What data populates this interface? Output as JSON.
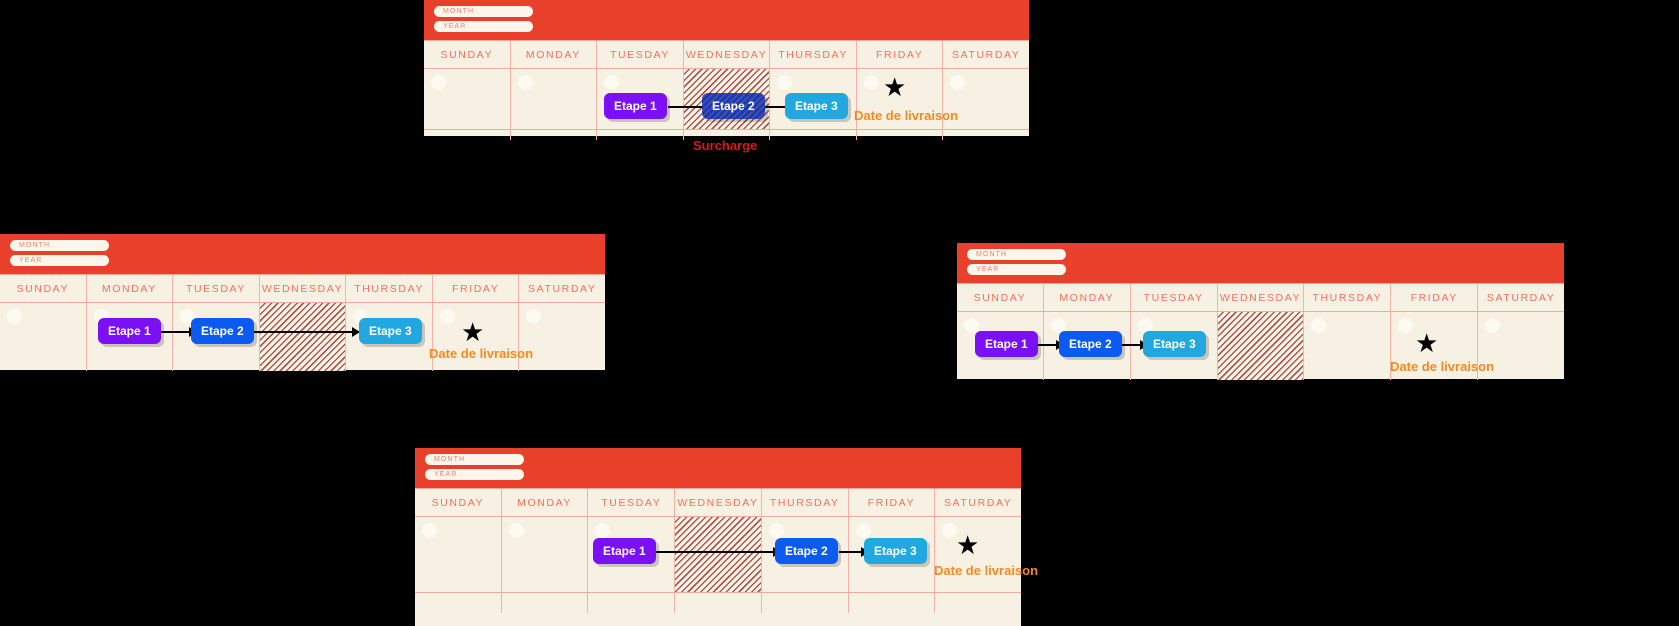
{
  "labels": {
    "month": "MONTH",
    "year": "YEAR",
    "days": [
      "SUNDAY",
      "MONDAY",
      "TUESDAY",
      "WEDNESDAY",
      "THURSDAY",
      "FRIDAY",
      "SATURDAY"
    ],
    "delivery_date": "Date de livraison",
    "surcharge": "Surcharge",
    "star_glyph": "★"
  },
  "colors": {
    "header_red": "#e8402a",
    "paper": "#f7f1e3",
    "grid_line": "#f4b3a6",
    "dow_text": "#f4705e",
    "step1": "#7b0ff5",
    "step2": "#0c5bf0",
    "step3": "#22a8e0",
    "step2_overload": "#0c3fc8",
    "delivery_text": "#f58a1f",
    "surcharge_text": "#d41a16",
    "hatch_stroke": "#b4544a"
  },
  "calendars": [
    {
      "id": "top",
      "steps": [
        {
          "label": "Etape 1",
          "day": "TUESDAY",
          "variant": "step1"
        },
        {
          "label": "Etape 2",
          "day": "WEDNESDAY",
          "variant": "step2-overload"
        },
        {
          "label": "Etape 3",
          "day": "THURSDAY",
          "variant": "step3"
        }
      ],
      "closed_day": "WEDNESDAY",
      "delivery_day": "FRIDAY",
      "delivery_label": "Date de livraison",
      "note": "Surcharge"
    },
    {
      "id": "left",
      "steps": [
        {
          "label": "Etape 1",
          "day": "MONDAY",
          "variant": "step1"
        },
        {
          "label": "Etape 2",
          "day": "TUESDAY",
          "variant": "step2"
        },
        {
          "label": "Etape 3",
          "day": "THURSDAY",
          "variant": "step3"
        }
      ],
      "closed_day": "WEDNESDAY",
      "delivery_day": "FRIDAY",
      "delivery_label": "Date de livraison",
      "note": ""
    },
    {
      "id": "right",
      "steps": [
        {
          "label": "Etape 1",
          "day": "SUNDAY",
          "variant": "step1"
        },
        {
          "label": "Etape 2",
          "day": "MONDAY",
          "variant": "step2"
        },
        {
          "label": "Etape 3",
          "day": "TUESDAY",
          "variant": "step3"
        }
      ],
      "closed_day": "WEDNESDAY",
      "delivery_day": "FRIDAY",
      "delivery_label": "Date de livraison",
      "note": ""
    },
    {
      "id": "bottom",
      "steps": [
        {
          "label": "Etape 1",
          "day": "TUESDAY",
          "variant": "step1"
        },
        {
          "label": "Etape 2",
          "day": "THURSDAY",
          "variant": "step2"
        },
        {
          "label": "Etape 3",
          "day": "FRIDAY",
          "variant": "step3"
        }
      ],
      "closed_day": "WEDNESDAY",
      "delivery_day": "SATURDAY",
      "delivery_label": "Date de livraison",
      "note": ""
    }
  ]
}
